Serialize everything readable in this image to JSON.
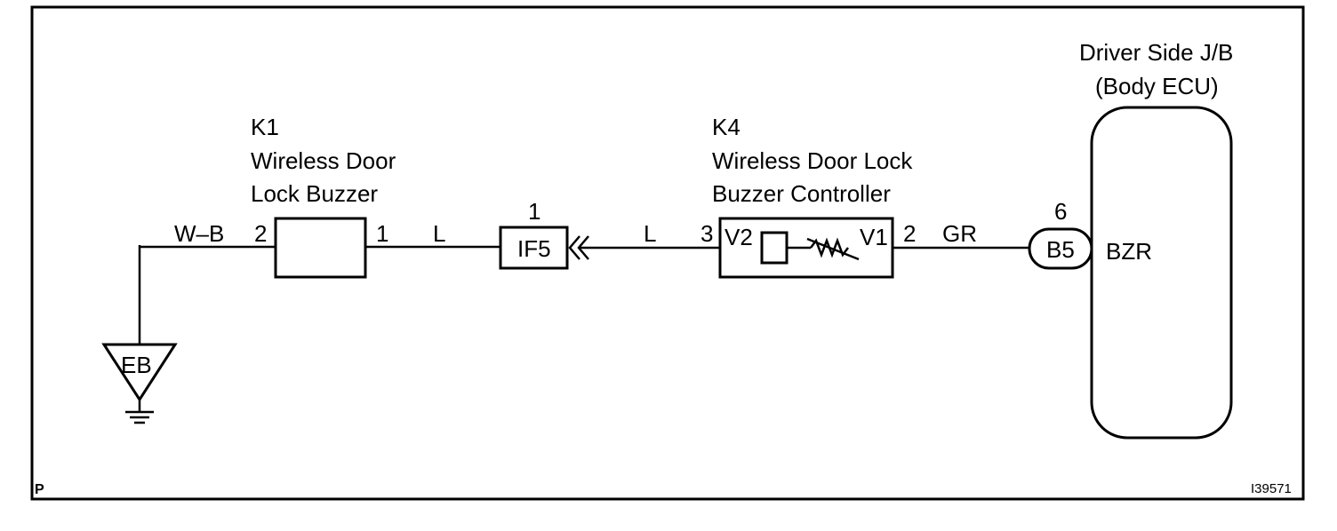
{
  "corner_left": "P",
  "figure_id": "I39571",
  "ground": {
    "label": "EB"
  },
  "k1": {
    "code": "K1",
    "name_line1": "Wireless Door",
    "name_line2": "Lock Buzzer",
    "pin_left": "2",
    "pin_right": "1"
  },
  "wire_wb": "W–B",
  "wire_l1": "L",
  "connector_if5": {
    "pin": "1",
    "label": "IF5"
  },
  "wire_l2": "L",
  "k4": {
    "code": "K4",
    "name_line1": "Wireless Door Lock",
    "name_line2": "Buzzer Controller",
    "pin_left": "3",
    "term_left": "V2",
    "term_right": "V1",
    "pin_right": "2"
  },
  "wire_gr": "GR",
  "connector_b5": {
    "pin": "6",
    "label": "B5"
  },
  "jb": {
    "title_line1": "Driver Side J/B",
    "title_line2": "(Body ECU)",
    "terminal": "BZR"
  }
}
